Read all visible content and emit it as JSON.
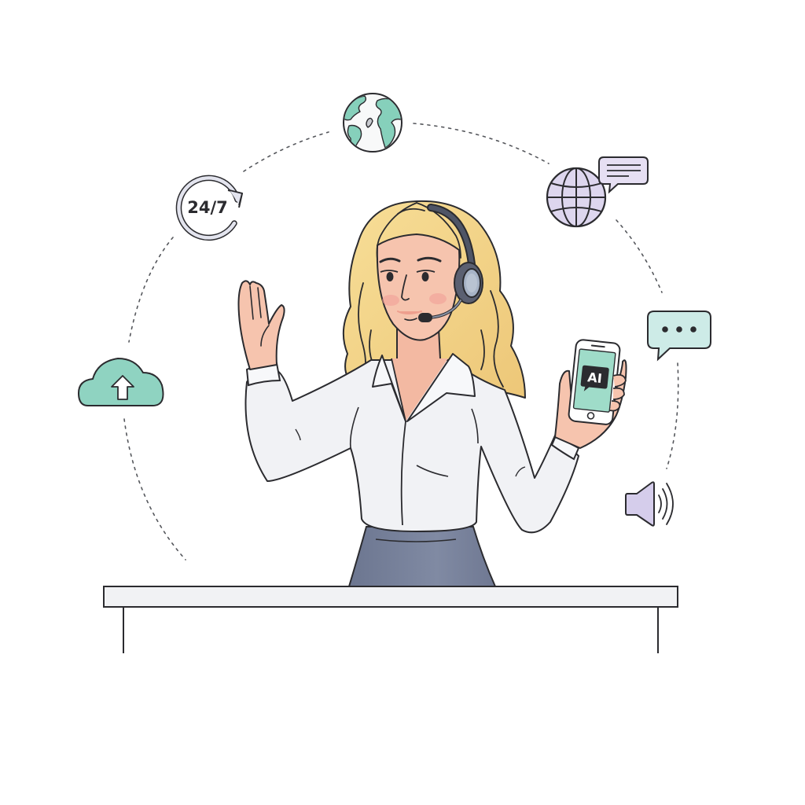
{
  "illustration": {
    "subject": "customer support agent with headset waving and holding phone",
    "colors": {
      "background": "#ffffff",
      "outline": "#2b2b2f",
      "dash": "#55575c",
      "mint": "#8fd3c1",
      "mint_light": "#cdebe7",
      "lavender": "#ddd6ee",
      "lavender_dark": "#cfc6e6",
      "skin": "#f6c4ae",
      "skin_shadow": "#eea892",
      "blush": "#f19c95",
      "hair": "#f5d98e",
      "hair_shadow": "#ecc577",
      "shirt": "#f1f2f5",
      "skirt": "#78829a",
      "headset": "#5b6071",
      "headset_pad": "#a7b3c6",
      "desk": "#f1f2f4",
      "arrow_ring": "#e7e8f0"
    }
  },
  "icons": {
    "clock_247": {
      "label": "24/7",
      "name": "always-available-icon"
    },
    "globe_earth": {
      "name": "earth-globe-icon"
    },
    "globe_chat": {
      "name": "language-globe-chat-icon"
    },
    "chat_typing": {
      "name": "typing-chat-bubble-icon",
      "dots": 3
    },
    "speaker": {
      "name": "speaker-volume-icon"
    },
    "cloud_upload": {
      "name": "cloud-upload-icon"
    }
  },
  "phone": {
    "screen_label": "AI"
  }
}
